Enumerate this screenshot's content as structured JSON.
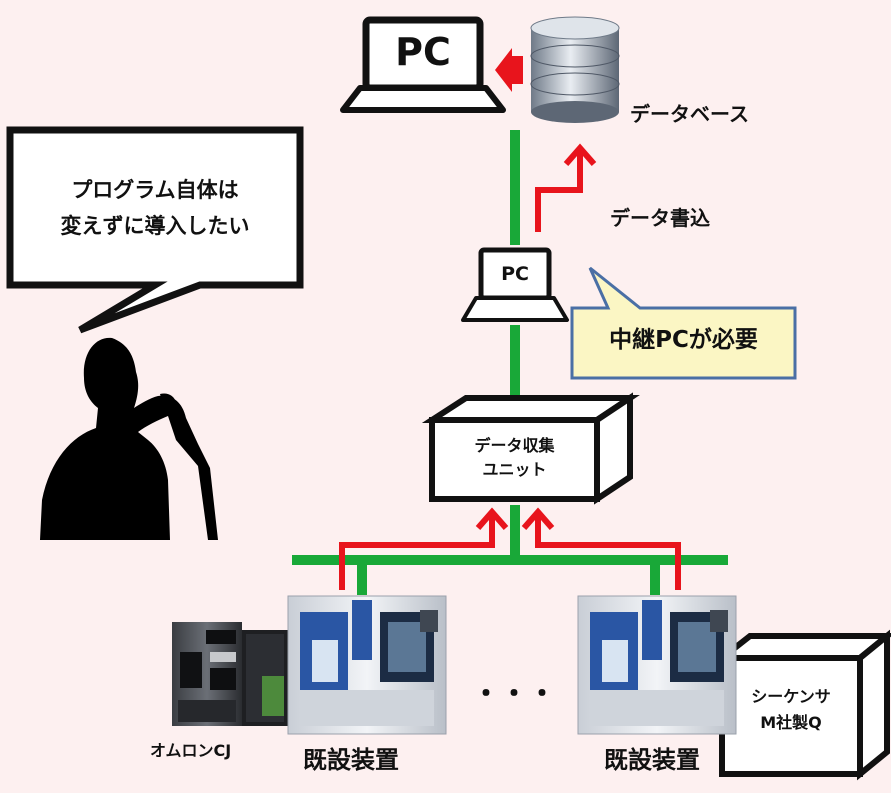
{
  "top_pc": {
    "label": "PC"
  },
  "database": {
    "label": "データベース"
  },
  "data_write": {
    "label": "データ書込"
  },
  "speech_bubble": {
    "line1": "プログラム自体は",
    "line2": "変えずに導入したい"
  },
  "relay_pc": {
    "label": "PC"
  },
  "callout": {
    "label": "中継PCが必要"
  },
  "collector": {
    "line1": "データ収集",
    "line2": "ユニット"
  },
  "sequencer": {
    "line1": "シーケンサ",
    "line2": "M社製Q"
  },
  "plc_left": {
    "label": "オムロンCJ"
  },
  "machine_left": {
    "label": "既設装置"
  },
  "machine_right": {
    "label": "既設装置"
  },
  "ellipsis": {
    "label": "・・・"
  },
  "colors": {
    "network": "#19a838",
    "arrow": "#e8141c",
    "callout_fill": "#fbf6c4",
    "callout_border": "#4a6fa5",
    "machine_blue": "#2a56a4"
  }
}
